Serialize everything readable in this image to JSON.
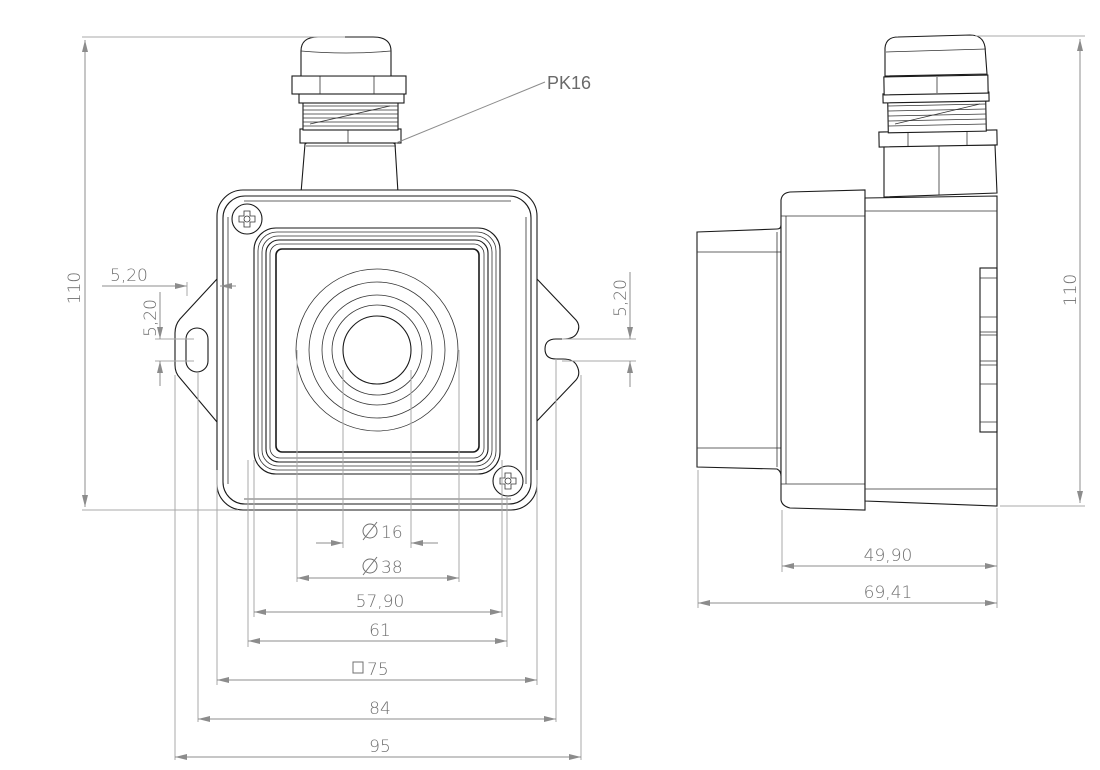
{
  "drawing": {
    "type": "technical-drawing",
    "views": [
      "front-view",
      "side-view"
    ],
    "colors": {
      "object_line": "#1a1a1a",
      "dimension_line": "#8c8c8c",
      "dimension_text": "#707070",
      "background": "#ffffff"
    }
  },
  "front_view": {
    "callout_label": "PK16",
    "dimensions": {
      "overall_height": "110",
      "bracket_offset_horizontal": "5,20",
      "slot_width_left": "5,20",
      "slot_width_right": "5,20",
      "inner_diameter": "16",
      "outer_diameter": "38",
      "inner_frame_width": "57,90",
      "frame_width": "61",
      "body_square": "75",
      "mount_hole_spacing": "84",
      "overall_width": "95"
    },
    "symbols": {
      "diameter": "⌀",
      "square": "□"
    }
  },
  "side_view": {
    "dimensions": {
      "overall_height": "110",
      "body_depth": "49,90",
      "overall_depth": "69,41"
    }
  }
}
